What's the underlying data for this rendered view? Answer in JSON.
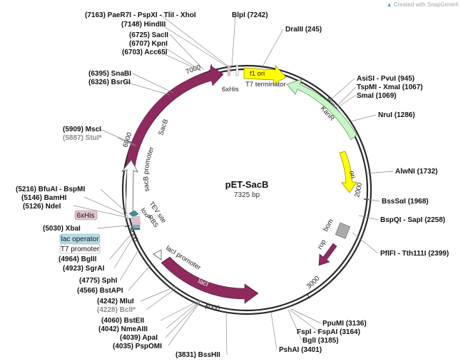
{
  "brand": {
    "text": "Created with SnapGene®",
    "icon": "snapgene-logo-icon"
  },
  "plasmid": {
    "name": "pET-SacB",
    "length": "7325 bp"
  },
  "scale_ticks": [
    "1000",
    "2000",
    "3000",
    "4000",
    "5000",
    "6000",
    "7000"
  ],
  "sites": [
    {
      "id": "paer7i",
      "text": "(7163)  PaeR7I - PspXI - TliI - XhoI"
    },
    {
      "id": "hindiii",
      "text": "(7148)  HindIII"
    },
    {
      "id": "blpi",
      "text": "BlpI  (7242)"
    },
    {
      "id": "draiii",
      "text": "DraIII  (245)"
    },
    {
      "id": "sacii",
      "text": "(6725)  SacII"
    },
    {
      "id": "kpni",
      "text": "(6707)  KpnI"
    },
    {
      "id": "acc65i",
      "text": "(6703)  Acc65I"
    },
    {
      "id": "snabi",
      "text": "(6395)  SnaBI"
    },
    {
      "id": "bsrgi",
      "text": "(6326)  BsrGI"
    },
    {
      "id": "asisi",
      "text": "AsiSI - PvuI  (945)"
    },
    {
      "id": "tspmi",
      "text": "TspMI - XmaI  (1067)"
    },
    {
      "id": "smai",
      "text": "SmaI  (1069)"
    },
    {
      "id": "nrui",
      "text": "NruI  (1286)"
    },
    {
      "id": "msci",
      "text": "(5909)  MscI"
    },
    {
      "id": "stui",
      "text": "(5887)  StuI*"
    },
    {
      "id": "alwni",
      "text": "AlwNI  (1732)"
    },
    {
      "id": "bfuai",
      "text": "(5216)  BfuAI - BspMI"
    },
    {
      "id": "bamhi",
      "text": "(5146)  BamHI"
    },
    {
      "id": "ndei",
      "text": "(5126)  NdeI"
    },
    {
      "id": "bsssai",
      "text": "BssSαI  (1968)"
    },
    {
      "id": "xbai",
      "text": "(5030)  XbaI"
    },
    {
      "id": "bspqi",
      "text": "BspQI - SapI  (2258)"
    },
    {
      "id": "pflfi",
      "text": "PflFI - Tth111I  (2399)"
    },
    {
      "id": "bglii",
      "text": "(4964)  BglII"
    },
    {
      "id": "sgrai",
      "text": "(4923)  SgrAI"
    },
    {
      "id": "sphi",
      "text": "(4775)  SphI"
    },
    {
      "id": "bstapi",
      "text": "(4566)  BstAPI"
    },
    {
      "id": "mlui",
      "text": "(4242)  MluI"
    },
    {
      "id": "bcli",
      "text": "(4228)  BclI*"
    },
    {
      "id": "bsteii",
      "text": "(4060)  BstEII"
    },
    {
      "id": "nmeaiii",
      "text": "(4042)  NmeAIII"
    },
    {
      "id": "apai",
      "text": "(4039)  ApaI"
    },
    {
      "id": "psppomi",
      "text": "(4035)  PspOMI"
    },
    {
      "id": "psppmi",
      "text": "PpuMI  (3136)"
    },
    {
      "id": "fspi",
      "text": "FspI - FspAI  (3164)"
    },
    {
      "id": "bgli",
      "text": "BglI  (3185)"
    },
    {
      "id": "pshai",
      "text": "PshAI  (3401)"
    },
    {
      "id": "bsshii",
      "text": "(3831)  BssHII"
    }
  ],
  "features": {
    "f1_ori": "f1 ori",
    "kanr": "KanR",
    "ori": "ori",
    "bom": "bom",
    "rop": "rop",
    "laci": "lacI",
    "laci_promoter": "lacI promoter",
    "sacb": "SacB",
    "sacb_promoter": "sacB promoter",
    "his6_inner": "6xHis",
    "t7_terminator": "T7 terminator",
    "tev_site": "TEV site",
    "loxp": "loxP",
    "rbs": "RBS"
  },
  "badges": {
    "his6": "6xHis",
    "lac_operator": "lac operator",
    "t7_promoter": "T7 promoter"
  },
  "colors": {
    "backbone": "#2b2b2b",
    "sacb_laci": "#8e2a5e",
    "f1_ori": "#ffff00",
    "ori": "#ffff00",
    "kanr": "#c8f5c8",
    "bom": "#a9a9a9",
    "rop": "#8e2a5e",
    "his6_badge": "#e2c4d0",
    "lac_operator_badge": "#b8dde8",
    "rbs": "#9aa3ad",
    "tev": "#3f8f96"
  }
}
